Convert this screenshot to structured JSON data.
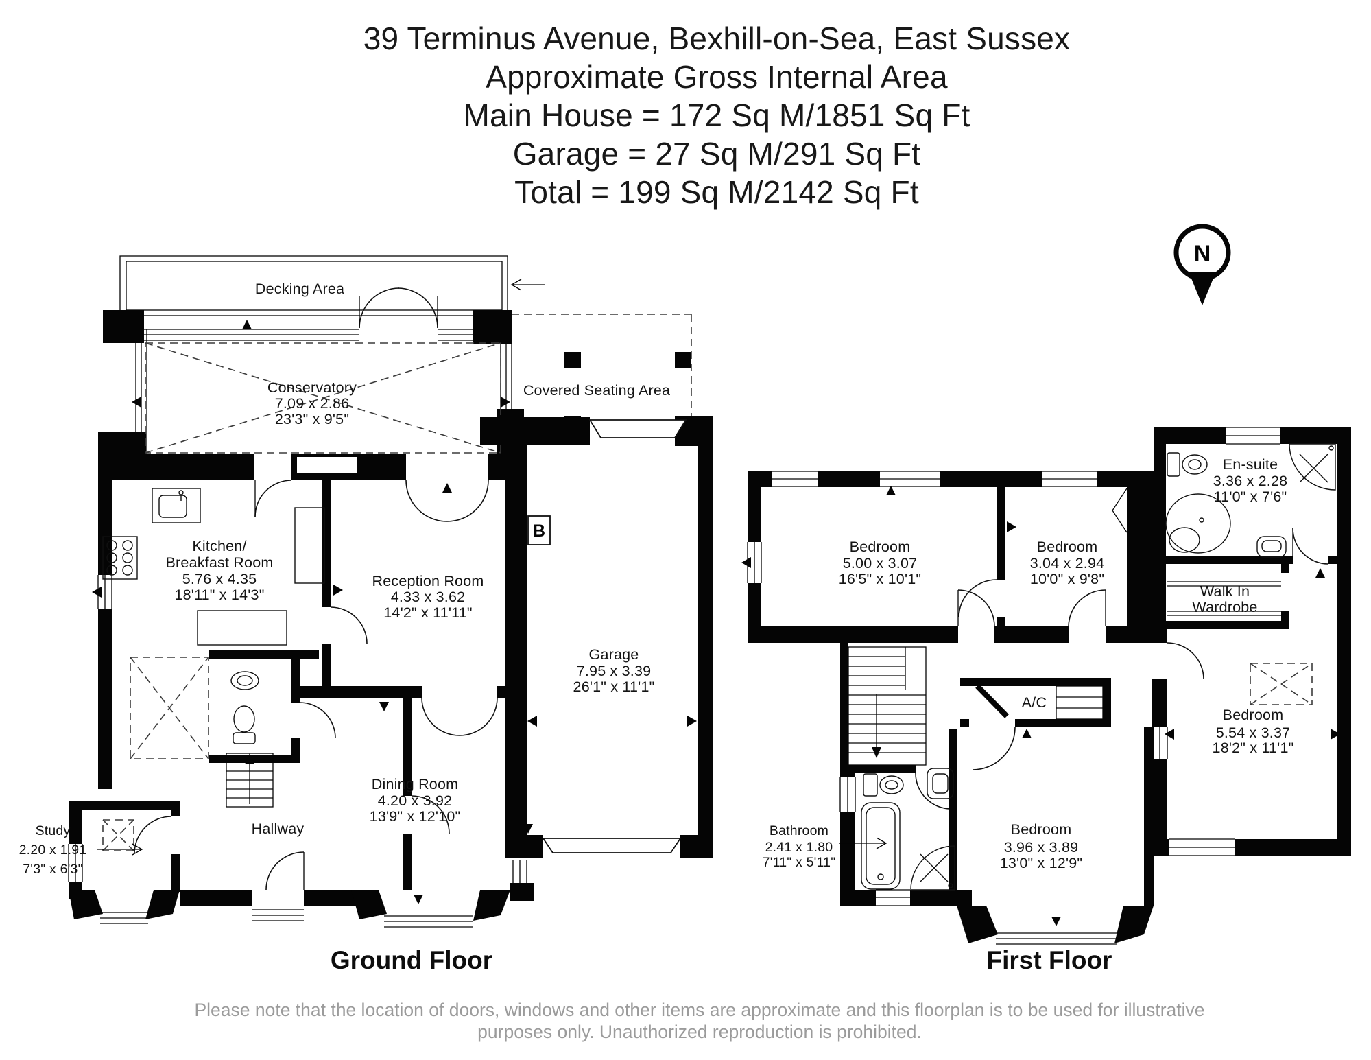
{
  "title": {
    "line1": "39 Terminus Avenue, Bexhill-on-Sea, East Sussex",
    "line2": "Approximate Gross Internal Area",
    "line3": "Main House = 172 Sq M/1851 Sq Ft",
    "line4": "Garage = 27 Sq M/291 Sq Ft",
    "line5": "Total = 199 Sq M/2142 Sq Ft"
  },
  "north": {
    "label": "N"
  },
  "ground": {
    "label": "Ground Floor",
    "decking": {
      "name": "Decking Area"
    },
    "conservatory": {
      "name": "Conservatory",
      "metric": "7.09 x 2.86",
      "imperial": "23'3\" x 9'5\""
    },
    "covered_seating": {
      "name": "Covered Seating  Area"
    },
    "kitchen": {
      "name1": "Kitchen/",
      "name2": "Breakfast Room",
      "metric": "5.76 x 4.35",
      "imperial": "18'11\" x 14'3\""
    },
    "reception": {
      "name": "Reception Room",
      "metric": "4.33 x 3.62",
      "imperial": "14'2\" x 11'11\""
    },
    "garage": {
      "name": "Garage",
      "metric": "7.95 x 3.39",
      "imperial": "26'1\" x 11'1\""
    },
    "dining": {
      "name": "Dining Room",
      "metric": "4.20 x 3.92",
      "imperial": "13'9\" x 12'10\""
    },
    "hallway": {
      "name": "Hallway"
    },
    "study": {
      "name": "Study",
      "metric": "2.20 x 1.91",
      "imperial": "7'3\" x 6'3\""
    },
    "annotation_b": "B"
  },
  "first": {
    "label": "First Floor",
    "bedroom1": {
      "name": "Bedroom",
      "metric": "5.00 x 3.07",
      "imperial": "16'5\" x 10'1\""
    },
    "bedroom2": {
      "name": "Bedroom",
      "metric": "3.04 x 2.94",
      "imperial": "10'0\" x 9'8\""
    },
    "ensuite": {
      "name": "En-suite",
      "metric": "3.36 x 2.28",
      "imperial": "11'0\" x 7'6\""
    },
    "walkin": {
      "name1": "Walk In",
      "name2": "Wardrobe"
    },
    "bedroom3": {
      "name": "Bedroom",
      "metric": "5.54 x 3.37",
      "imperial": "18'2\" x 11'1\""
    },
    "bedroom4": {
      "name": "Bedroom",
      "metric": "3.96 x 3.89",
      "imperial": "13'0\" x 12'9\""
    },
    "bathroom": {
      "name": "Bathroom",
      "metric": "2.41 x 1.80",
      "imperial": "7'11\" x 5'11\""
    },
    "ac": {
      "name": "A/C"
    }
  },
  "disclaimer": {
    "line1": "Please note that the location of doors, windows and other items are approximate and this floorplan is to be used for illustrative",
    "line2": "purposes only. Unauthorized reproduction is prohibited."
  },
  "colors": {
    "wall": "#050505",
    "text": "#141414",
    "disclaimer": "#9b9b9b"
  }
}
